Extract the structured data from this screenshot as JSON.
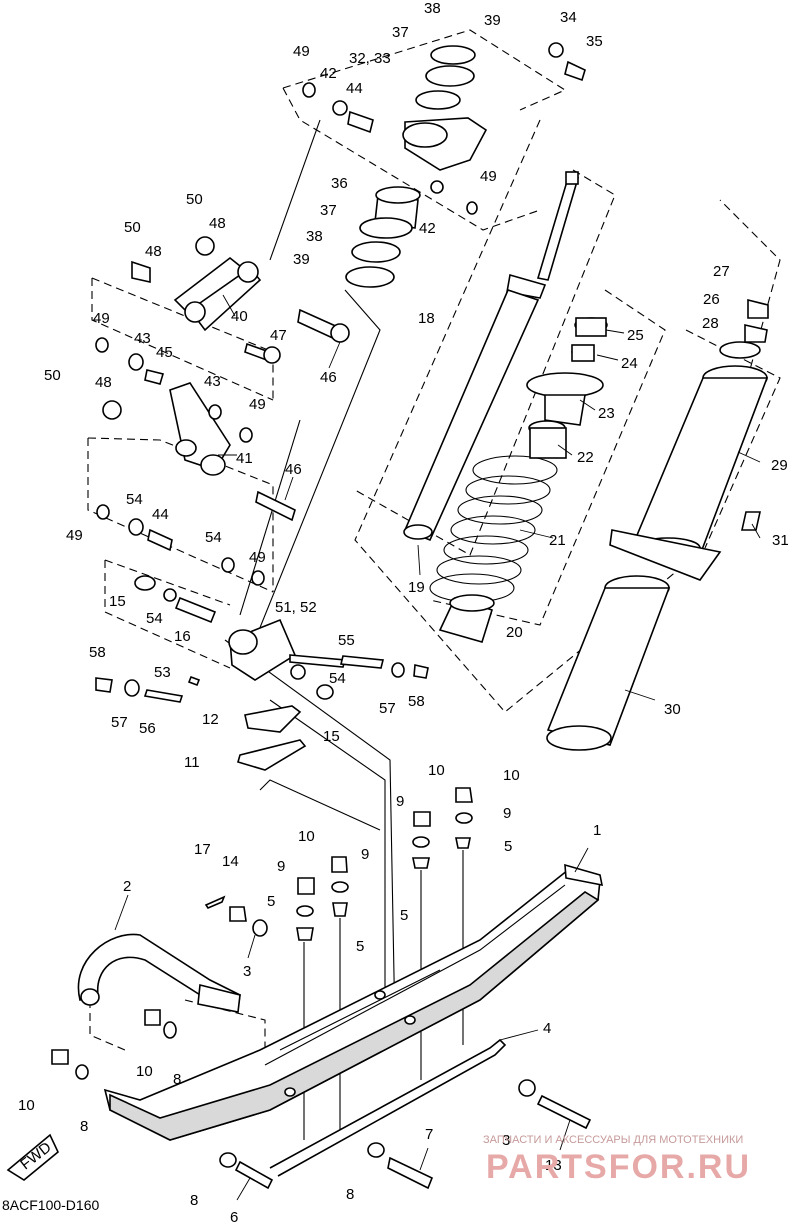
{
  "figure_code": "8ACF100-D160",
  "direction_label": "FWD",
  "watermark": {
    "tagline": "ЗАПЧАСТИ И АКСЕССУАРЫ ДЛЯ МОТОТЕХНИКИ",
    "brand": "PARTSFOR.RU"
  },
  "callouts": [
    {
      "id": "c1",
      "text": "1"
    },
    {
      "id": "c2",
      "text": "2"
    },
    {
      "id": "c3",
      "text": "3"
    },
    {
      "id": "c3b",
      "text": "3"
    },
    {
      "id": "c4",
      "text": "4"
    },
    {
      "id": "c5a",
      "text": "5"
    },
    {
      "id": "c5b",
      "text": "5"
    },
    {
      "id": "c5c",
      "text": "5"
    },
    {
      "id": "c5d",
      "text": "5"
    },
    {
      "id": "c6",
      "text": "6"
    },
    {
      "id": "c7",
      "text": "7"
    },
    {
      "id": "c8a",
      "text": "8"
    },
    {
      "id": "c8b",
      "text": "8"
    },
    {
      "id": "c8c",
      "text": "8"
    },
    {
      "id": "c8d",
      "text": "8"
    },
    {
      "id": "c9a",
      "text": "9"
    },
    {
      "id": "c9b",
      "text": "9"
    },
    {
      "id": "c9c",
      "text": "9"
    },
    {
      "id": "c9d",
      "text": "9"
    },
    {
      "id": "c10a",
      "text": "10"
    },
    {
      "id": "c10b",
      "text": "10"
    },
    {
      "id": "c10c",
      "text": "10"
    },
    {
      "id": "c10d",
      "text": "10"
    },
    {
      "id": "c10e",
      "text": "10"
    },
    {
      "id": "c11",
      "text": "11"
    },
    {
      "id": "c12",
      "text": "12"
    },
    {
      "id": "c13",
      "text": "13"
    },
    {
      "id": "c14",
      "text": "14"
    },
    {
      "id": "c15a",
      "text": "15"
    },
    {
      "id": "c15b",
      "text": "15"
    },
    {
      "id": "c16",
      "text": "16"
    },
    {
      "id": "c17",
      "text": "17"
    },
    {
      "id": "c18",
      "text": "18"
    },
    {
      "id": "c19",
      "text": "19"
    },
    {
      "id": "c20",
      "text": "20"
    },
    {
      "id": "c21",
      "text": "21"
    },
    {
      "id": "c22",
      "text": "22"
    },
    {
      "id": "c23",
      "text": "23"
    },
    {
      "id": "c24",
      "text": "24"
    },
    {
      "id": "c25",
      "text": "25"
    },
    {
      "id": "c26",
      "text": "26"
    },
    {
      "id": "c27",
      "text": "27"
    },
    {
      "id": "c28",
      "text": "28"
    },
    {
      "id": "c29",
      "text": "29"
    },
    {
      "id": "c30",
      "text": "30"
    },
    {
      "id": "c31",
      "text": "31"
    },
    {
      "id": "c3233",
      "text": "32, 33"
    },
    {
      "id": "c34",
      "text": "34"
    },
    {
      "id": "c35",
      "text": "35"
    },
    {
      "id": "c36",
      "text": "36"
    },
    {
      "id": "c37a",
      "text": "37"
    },
    {
      "id": "c37b",
      "text": "37"
    },
    {
      "id": "c38a",
      "text": "38"
    },
    {
      "id": "c38b",
      "text": "38"
    },
    {
      "id": "c39a",
      "text": "39"
    },
    {
      "id": "c39b",
      "text": "39"
    },
    {
      "id": "c40",
      "text": "40"
    },
    {
      "id": "c41",
      "text": "41"
    },
    {
      "id": "c42a",
      "text": "42"
    },
    {
      "id": "c42b",
      "text": "42"
    },
    {
      "id": "c43a",
      "text": "43"
    },
    {
      "id": "c43b",
      "text": "43"
    },
    {
      "id": "c44a",
      "text": "44"
    },
    {
      "id": "c44b",
      "text": "44"
    },
    {
      "id": "c45",
      "text": "45"
    },
    {
      "id": "c46a",
      "text": "46"
    },
    {
      "id": "c46b",
      "text": "46"
    },
    {
      "id": "c47",
      "text": "47"
    },
    {
      "id": "c48a",
      "text": "48"
    },
    {
      "id": "c48b",
      "text": "48"
    },
    {
      "id": "c48c",
      "text": "48"
    },
    {
      "id": "c49a",
      "text": "49"
    },
    {
      "id": "c49b",
      "text": "49"
    },
    {
      "id": "c49c",
      "text": "49"
    },
    {
      "id": "c49d",
      "text": "49"
    },
    {
      "id": "c49e",
      "text": "49"
    },
    {
      "id": "c49f",
      "text": "49"
    },
    {
      "id": "c50a",
      "text": "50"
    },
    {
      "id": "c50b",
      "text": "50"
    },
    {
      "id": "c50c",
      "text": "50"
    },
    {
      "id": "c5152",
      "text": "51, 52"
    },
    {
      "id": "c53",
      "text": "53"
    },
    {
      "id": "c54a",
      "text": "54"
    },
    {
      "id": "c54b",
      "text": "54"
    },
    {
      "id": "c54c",
      "text": "54"
    },
    {
      "id": "c54d",
      "text": "54"
    },
    {
      "id": "c55",
      "text": "55"
    },
    {
      "id": "c56",
      "text": "56"
    },
    {
      "id": "c57a",
      "text": "57"
    },
    {
      "id": "c57b",
      "text": "57"
    },
    {
      "id": "c58a",
      "text": "58"
    },
    {
      "id": "c58b",
      "text": "58"
    }
  ]
}
